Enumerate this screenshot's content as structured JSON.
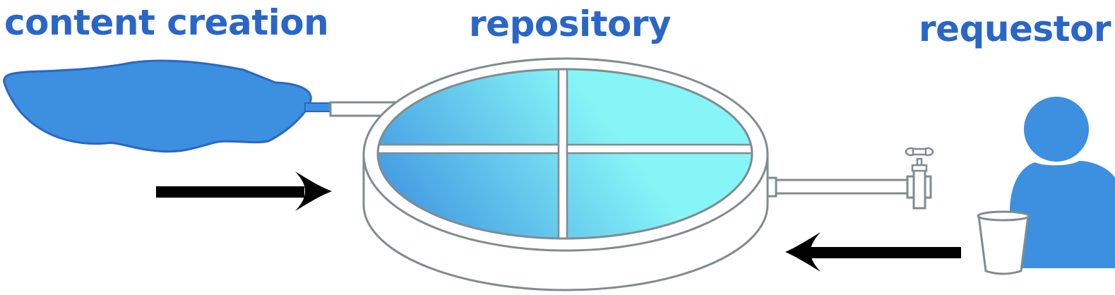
{
  "labels": {
    "content_creation": "content creation",
    "repository": "repository",
    "requestor": "requestor"
  },
  "colors": {
    "label_blue": "#2a66c8",
    "pond_fill": "#3d8fe0",
    "pond_stroke": "#2a66c8",
    "pipe_stroke": "#7f8c8f",
    "tank_stroke": "#7f8c8f",
    "water_dark": "#3b8fe0",
    "water_light": "#86f5f7",
    "person_fill": "#3d8fe0",
    "arrow_fill": "#000000"
  },
  "icons": {
    "source": "pond-icon",
    "store": "reservoir-icon",
    "tap": "faucet-icon",
    "user": "person-icon",
    "container": "cup-icon"
  }
}
